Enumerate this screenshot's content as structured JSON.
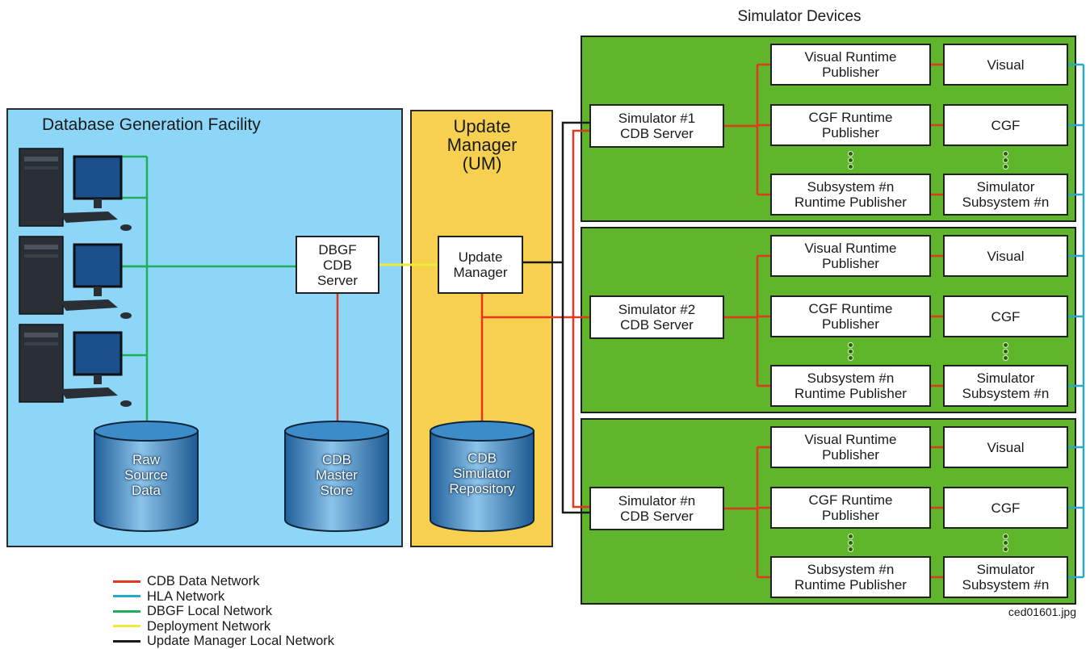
{
  "regions": {
    "dbgf_title": "Database Generation Facility",
    "um_title": "Update\nManager\n(UM)",
    "simulators_title": "Simulator Devices"
  },
  "dbgf": {
    "server": "DBGF\nCDB\nServer",
    "raw_source": "Raw\nSource\nData",
    "master_store": "CDB\nMaster\nStore"
  },
  "um": {
    "manager": "Update\nManager",
    "repository": "CDB\nSimulator\nRepository"
  },
  "simulators": [
    {
      "server": "Simulator #1\nCDB Server",
      "publishers": [
        "Visual Runtime\nPublisher",
        "CGF Runtime\nPublisher",
        "Subsystem #n\nRuntime Publisher"
      ],
      "subsystems": [
        "Visual",
        "CGF",
        "Simulator\nSubsystem #n"
      ]
    },
    {
      "server": "Simulator #2\nCDB Server",
      "publishers": [
        "Visual Runtime\nPublisher",
        "CGF Runtime\nPublisher",
        "Subsystem #n\nRuntime Publisher"
      ],
      "subsystems": [
        "Visual",
        "CGF",
        "Simulator\nSubsystem #n"
      ]
    },
    {
      "server": "Simulator #n\nCDB Server",
      "publishers": [
        "Visual Runtime\nPublisher",
        "CGF Runtime\nPublisher",
        "Subsystem #n\nRuntime Publisher"
      ],
      "subsystems": [
        "Visual",
        "CGF",
        "Simulator\nSubsystem #n"
      ]
    }
  ],
  "legend": [
    {
      "label": "CDB Data Network",
      "color": "#e0391f"
    },
    {
      "label": "HLA Network",
      "color": "#27a9c8"
    },
    {
      "label": "DBGF Local Network",
      "color": "#1fae5a"
    },
    {
      "label": "Deployment Network",
      "color": "#f2ea3a"
    },
    {
      "label": "Update Manager Local Network",
      "color": "#1a1a1a"
    }
  ],
  "filename": "ced01601.jpg",
  "colors": {
    "dbgf_bg": "#8dd6f7",
    "um_bg": "#f7d04f",
    "sim_bg": "#5fb62a",
    "cylinder": "#2f7fc0"
  },
  "icons": [
    "desktop-computer-icon",
    "database-cylinder-icon",
    "ellipsis-dots-icon"
  ]
}
